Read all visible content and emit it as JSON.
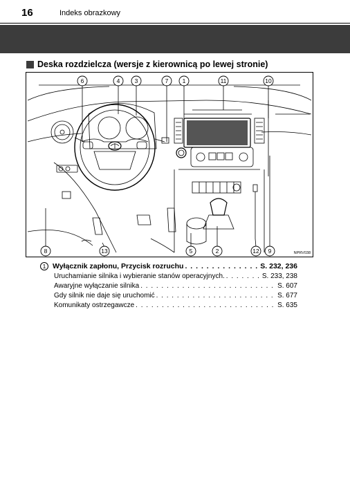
{
  "header": {
    "page_number": "16",
    "running_title": "Indeks obrazkowy"
  },
  "section": {
    "title": "Deska rozdzielcza (wersje z kierownicą po lewej stronie)"
  },
  "figure": {
    "code": "NPRV038",
    "callouts": [
      "1",
      "2",
      "3",
      "4",
      "5",
      "6",
      "7",
      "8",
      "9",
      "10",
      "11",
      "12",
      "13"
    ]
  },
  "entry": {
    "number": "1",
    "title": "Wyłącznik zapłonu, Przycisk rozruchu",
    "pages": "S. 232, 236",
    "items": [
      {
        "label": "Uruchamianie silnika i wybieranie stanów operacyjnych.",
        "pages": "S. 233, 238"
      },
      {
        "label": "Awaryjne wyłączanie silnika",
        "pages": "S. 607"
      },
      {
        "label": "Gdy silnik nie daje się uruchomić",
        "pages": "S. 677"
      },
      {
        "label": "Komunikaty ostrzegawcze",
        "pages": "S. 635"
      }
    ]
  }
}
